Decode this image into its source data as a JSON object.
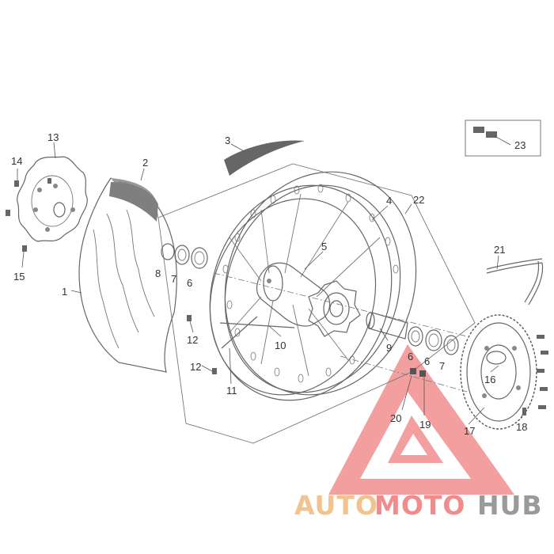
{
  "diagram": {
    "callouts": [
      "1",
      "2",
      "3",
      "4",
      "5",
      "6",
      "6",
      "6",
      "7",
      "7",
      "8",
      "9",
      "10",
      "11",
      "12",
      "12",
      "13",
      "14",
      "15",
      "16",
      "17",
      "18",
      "19",
      "20",
      "21",
      "22",
      "23"
    ]
  },
  "watermark": {
    "text_auto": "AUTO",
    "text_moto": "MOTO",
    "text_hub": "HUB",
    "color_auto": "#f2c38f",
    "color_moto": "#f08c8c",
    "color_hub": "#9a9a9a",
    "triangle_color": "#f07f7f"
  }
}
